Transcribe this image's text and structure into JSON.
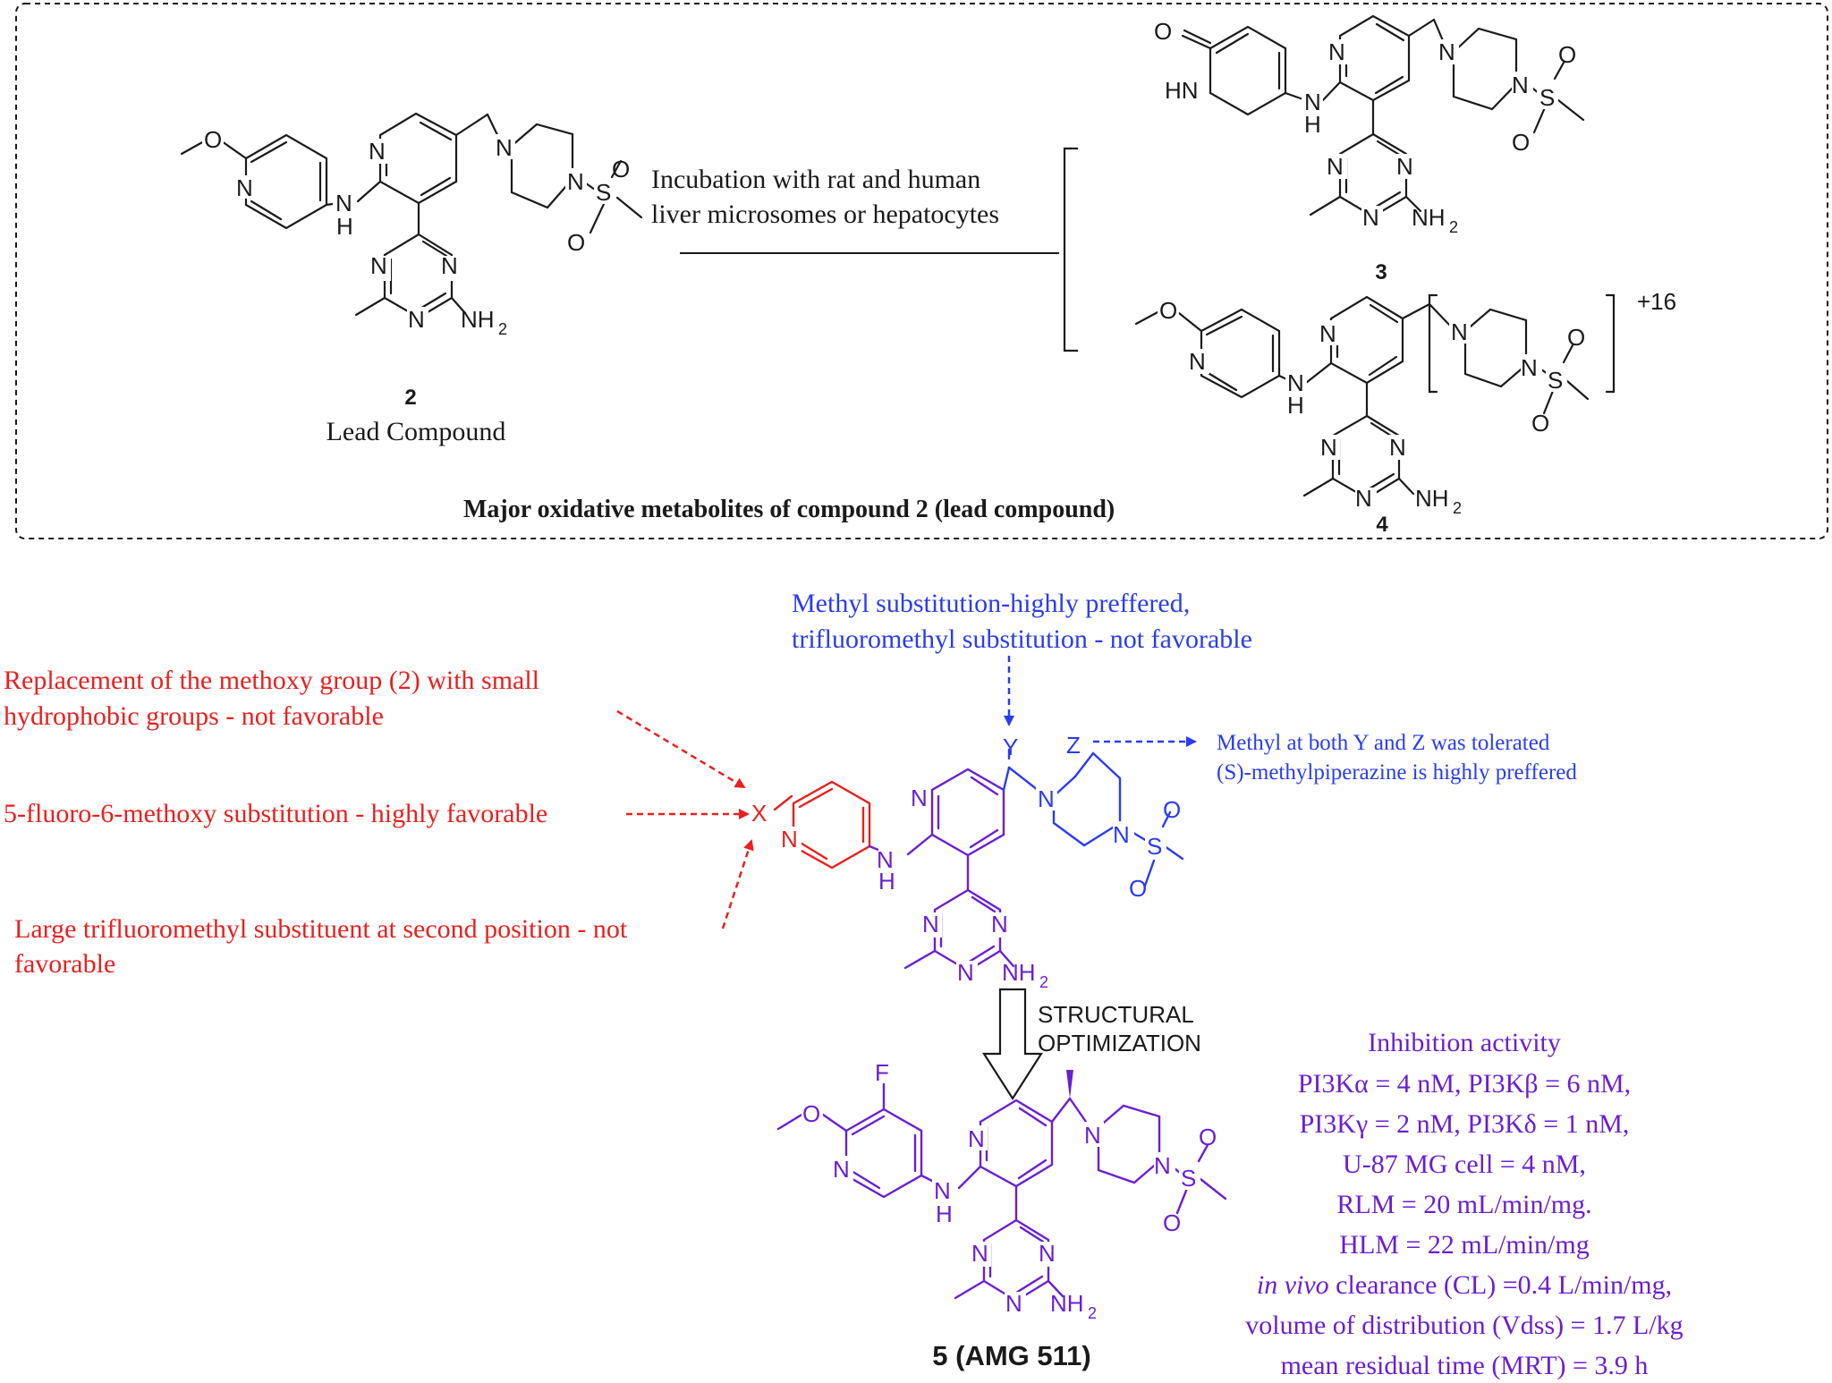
{
  "colors": {
    "black": "#1a1a1a",
    "red": "#e8201f",
    "blue": "#2a3cf0",
    "violet": "#6a1fd1"
  },
  "top_box": {
    "condition_line1": "Incubation with rat and human",
    "condition_line2": "liver microsomes or hepatocytes",
    "caption": "Major oxidative metabolites of compound 2 (lead compound)",
    "plus16": "+16",
    "lead": {
      "number": "2",
      "name": "Lead Compound"
    },
    "metabolite3": {
      "number": "3"
    },
    "metabolite4": {
      "number": "4"
    }
  },
  "atoms": {
    "O": "O",
    "N": "N",
    "H": "H",
    "HN": "HN",
    "S": "S",
    "NH2": "NH",
    "sub2": "2",
    "F": "F",
    "X": "X",
    "Y": "Y",
    "Z": "Z"
  },
  "sar": {
    "blue_top_line1": "Methyl substitution-highly preffered,",
    "blue_top_line2": "trifluoromethyl substitution - not favorable",
    "red1_line1": "Replacement of the methoxy group (2)  with small",
    "red1_line2": "hydrophobic groups - not favorable",
    "red2": "5-fluoro-6-methoxy substitution - highly favorable",
    "red3_line1": "Large trifluoromethyl substituent at second position - not",
    "red3_line2": "favorable",
    "blue_right_line1": "Methyl at both Y and Z was tolerated",
    "blue_right_line2": "(S)-methylpiperazine is highly preffered"
  },
  "optimization": {
    "line1": "STRUCTURAL",
    "line2": "OPTIMIZATION"
  },
  "final": {
    "label": "5 (AMG 511)"
  },
  "activity": {
    "title": "Inhibition activity",
    "line1": "PI3Kα = 4 nM, PI3Kβ = 6 nM,",
    "line2": "PI3Kγ = 2 nM, PI3Kδ = 1 nM,",
    "line3": "U-87 MG cell = 4 nM,",
    "line4": "RLM = 20 mL/min/mg.",
    "line5": "HLM = 22 mL/min/mg",
    "line6_italic": "in vivo",
    "line6_rest": " clearance (CL)  =0.4 L/min/mg,",
    "line7": "volume of distribution (Vdss) = 1.7 L/kg",
    "line8": "mean residual time (MRT) = 3.9 h"
  }
}
